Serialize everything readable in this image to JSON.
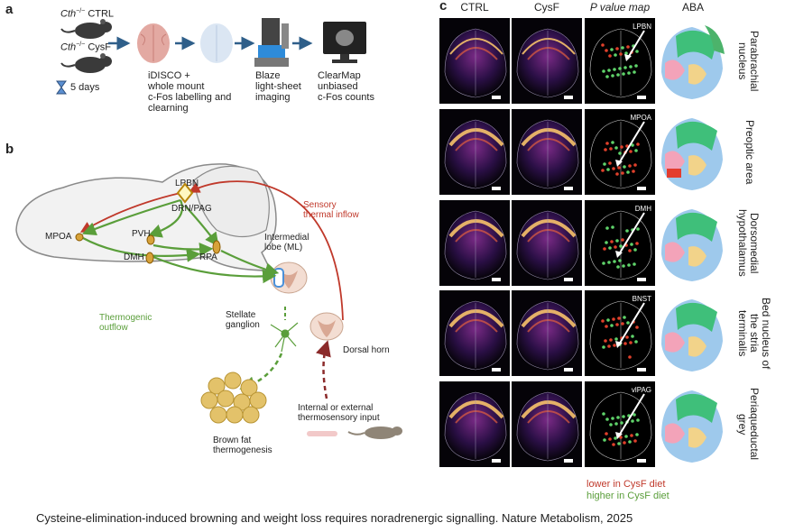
{
  "panel_a": {
    "letter": "a",
    "mice": [
      {
        "genotype": "Cth",
        "sup": "−/−",
        "group": "CTRL"
      },
      {
        "genotype": "Cth",
        "sup": "−/−",
        "group": "CysF"
      }
    ],
    "duration": "5 days",
    "steps": [
      [
        "iDISCO +",
        "whole mount",
        "c-Fos labelling and",
        "clearning"
      ],
      [
        "Blaze",
        "light-sheet",
        "imaging"
      ],
      [
        "ClearMap",
        "unbiased",
        "c-Fos counts"
      ]
    ]
  },
  "panel_b": {
    "letter": "b",
    "regions": {
      "lpbn": "LPBN",
      "drn_pag": "DRN/PAG",
      "mpoa": "MPOA",
      "pvh": "PVH",
      "dmh": "DMH",
      "rpa": "RPA",
      "il": [
        "Intermedial",
        "lobe (ML)"
      ],
      "stellate": [
        "Stellate",
        "ganglion"
      ],
      "dorsal": "Dorsal horn"
    },
    "sensory": [
      "Sensory",
      "thermal inflow"
    ],
    "thermogenic": [
      "Thermogenic",
      "outflow"
    ],
    "brown_fat": [
      "Brown fat",
      "thermogenesis"
    ],
    "input": [
      "Internal or external",
      "thermosensory input"
    ]
  },
  "panel_c": {
    "letter": "c",
    "columns": [
      "CTRL",
      "CysF",
      "P value map",
      "ABA"
    ],
    "rows": [
      {
        "abbr": "LPBN",
        "label": [
          "Parabrachial",
          "nucleus"
        ]
      },
      {
        "abbr": "MPOA",
        "label": [
          "Preoptic area"
        ]
      },
      {
        "abbr": "DMH",
        "label": [
          "Dorsomedial",
          "hypothalamus"
        ]
      },
      {
        "abbr": "BNST",
        "label": [
          "Bed nucleus of",
          "the stria terminalis"
        ]
      },
      {
        "abbr": "vlPAG",
        "label": [
          "Periaqueductal",
          "grey"
        ]
      }
    ],
    "legend_lower": "lower in CysF diet",
    "legend_higher": "higher in CysF diet"
  },
  "caption": "Cysteine-elimination-induced browning and weight loss requires noradrenergic signalling. Nature Metabolism, 2025",
  "colors": {
    "green": "#5a9e3a",
    "red": "#c0392b",
    "arrow": "#2f5f8a"
  }
}
